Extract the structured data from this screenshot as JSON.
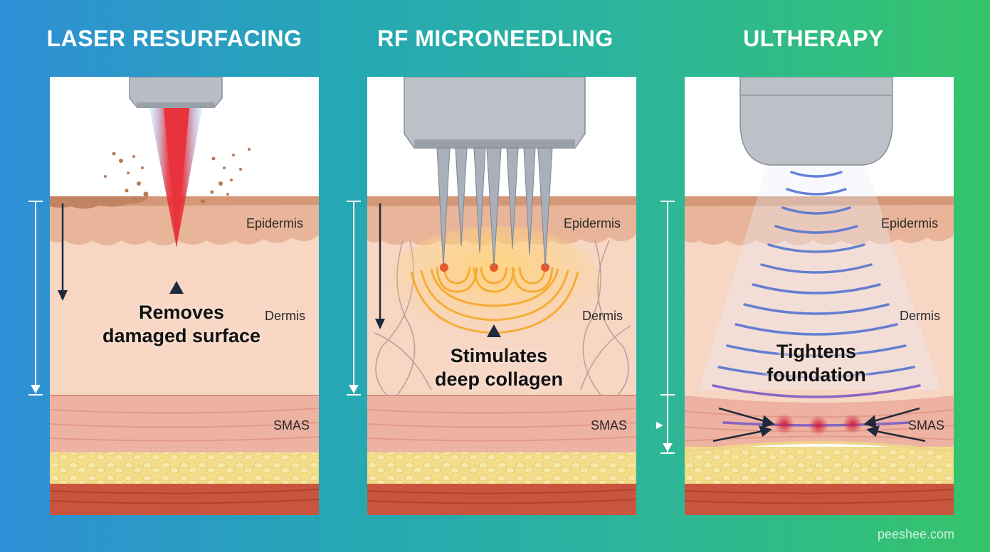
{
  "panels": [
    {
      "title": "LASER RESURFACING",
      "layers": {
        "epidermis": "Epidermis",
        "dermis": "Dermis",
        "smas": "SMAS"
      },
      "caption": [
        "Removes",
        "damaged surface"
      ]
    },
    {
      "title": "RF MICRONEEDLING",
      "layers": {
        "epidermis": "Epidermis",
        "dermis": "Dermis",
        "smas": "SMAS"
      },
      "caption": [
        "Stimulates",
        "deep collagen"
      ]
    },
    {
      "title": "ULTHERAPY",
      "layers": {
        "epidermis": "Epidermis",
        "dermis": "Dermis",
        "smas": "SMAS"
      },
      "caption": [
        "Tightens",
        "foundation"
      ]
    }
  ],
  "footer": "peeshee.com",
  "colors": {
    "laser_beam": "#e8323c",
    "laser_glow": "#6fb8ff",
    "rf_heat": "#f5a623",
    "ultrasound_waves": "#4a6fd0",
    "focal_points": "#d0203a",
    "epidermis": "#e3a98a",
    "dermis": "#f7d6c4",
    "smas": "#e9a898",
    "fat": "#f3dc8a",
    "muscle": "#c9553f"
  }
}
